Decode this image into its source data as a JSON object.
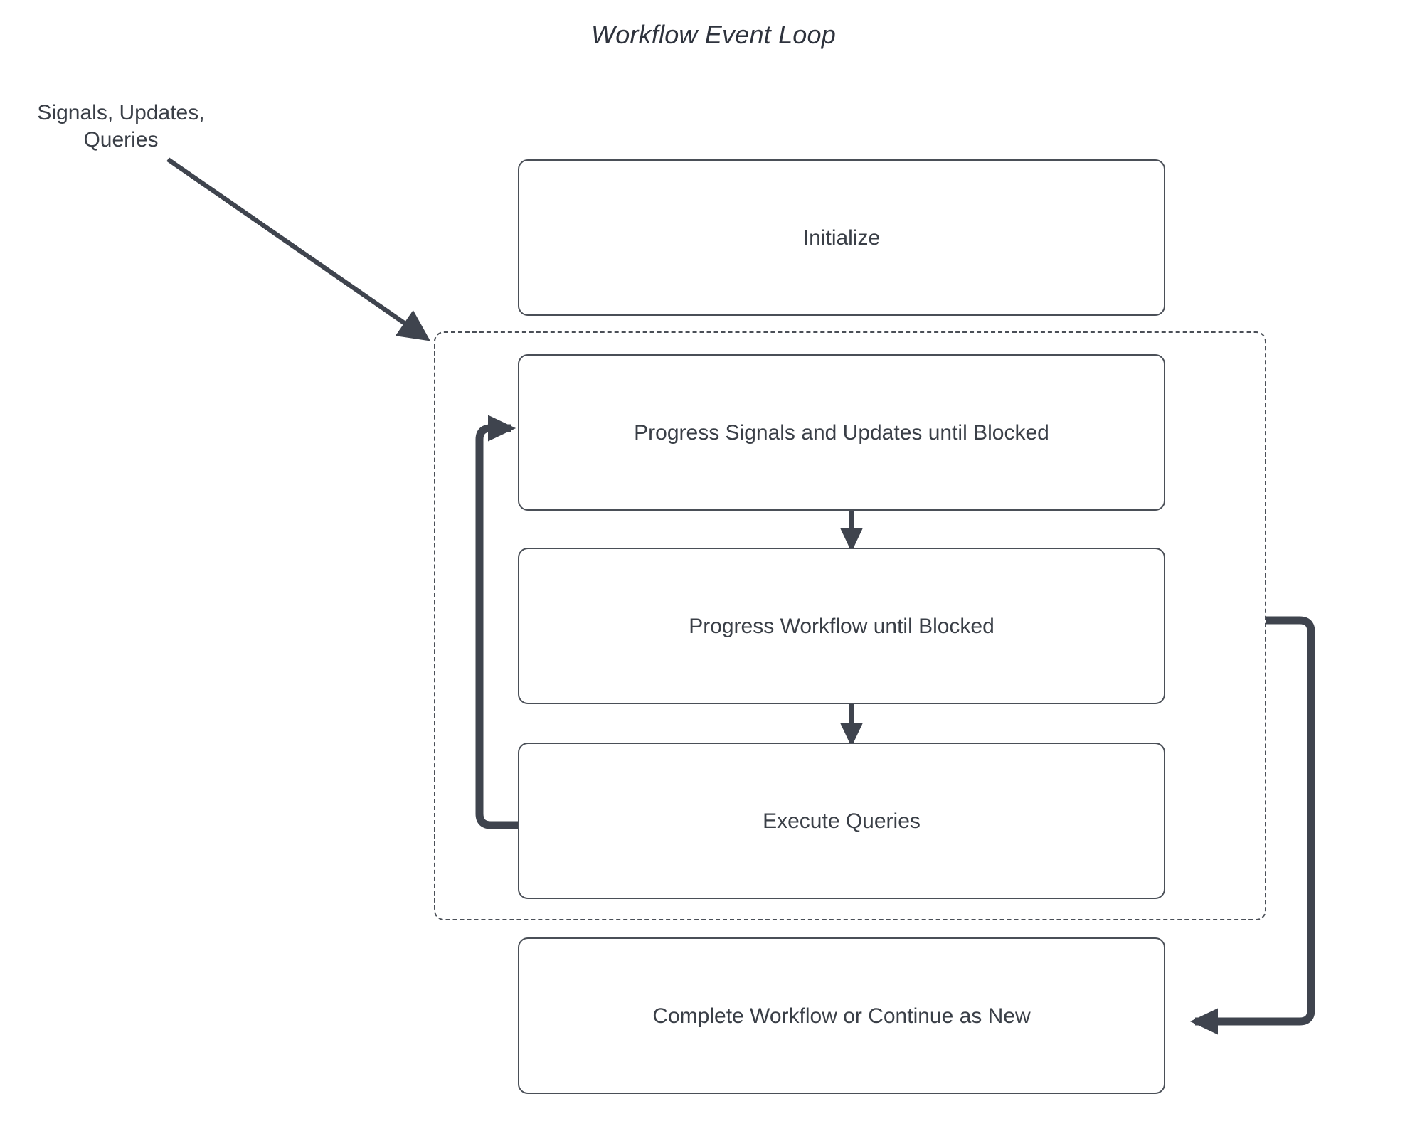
{
  "diagram": {
    "title": "Workflow Event Loop",
    "external_input_label": "Signals, Updates, Queries",
    "external_input_line1": "Signals, Updates,",
    "external_input_line2": "Queries",
    "colors": {
      "stroke": "#4a4f57",
      "arrow": "#3f444e",
      "text": "#3a3f47",
      "background": "#ffffff"
    },
    "nodes": [
      {
        "id": "initialize",
        "label": "Initialize"
      },
      {
        "id": "progress-signals-updates",
        "label": "Progress Signals and Updates until Blocked"
      },
      {
        "id": "progress-workflow",
        "label": "Progress Workflow until Blocked"
      },
      {
        "id": "execute-queries",
        "label": "Execute Queries"
      },
      {
        "id": "complete-workflow",
        "label": "Complete Workflow or Continue as New"
      }
    ],
    "group": {
      "id": "event-loop-group",
      "style": "dashed",
      "label": ""
    },
    "edges": [
      {
        "id": "external-to-loop",
        "from": "Signals, Updates, Queries",
        "to": "event-loop-group",
        "style": "solid-arrow"
      },
      {
        "id": "signals-to-workflow",
        "from": "Progress Signals and Updates until Blocked",
        "to": "Progress Workflow until Blocked",
        "style": "solid-arrow"
      },
      {
        "id": "workflow-to-queries",
        "from": "Progress Workflow until Blocked",
        "to": "Execute Queries",
        "style": "solid-arrow"
      },
      {
        "id": "queries-loop-back",
        "from": "Execute Queries",
        "to": "Progress Signals and Updates until Blocked",
        "style": "thick-arrow"
      },
      {
        "id": "loop-to-complete",
        "from": "event-loop-group",
        "to": "Complete Workflow or Continue as New",
        "style": "thick-arrow"
      }
    ]
  }
}
